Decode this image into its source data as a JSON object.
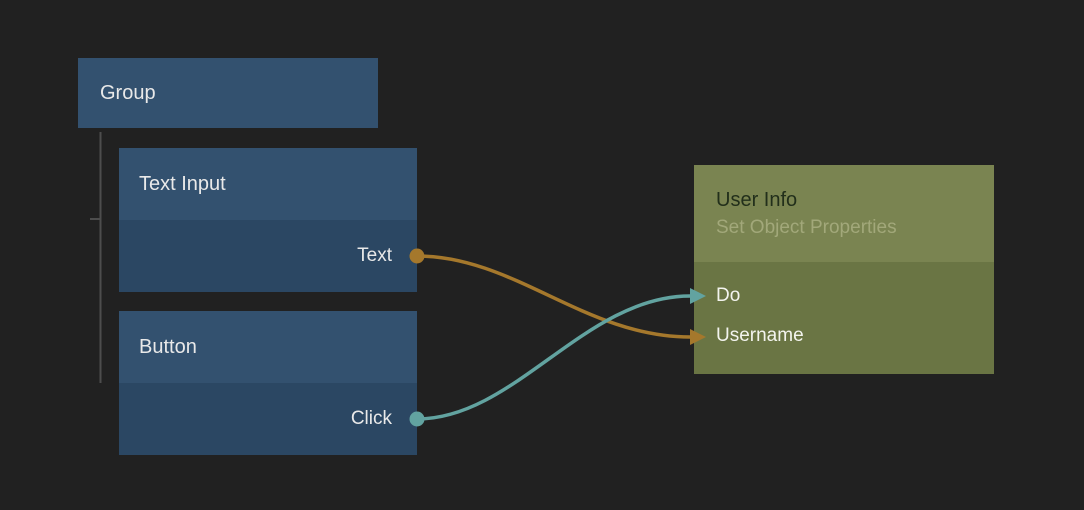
{
  "canvas": {
    "background_color": "#212121"
  },
  "tree": {
    "line_color": "#4d4d4d"
  },
  "nodes": {
    "group": {
      "title": "Group",
      "color": "#33516f"
    },
    "text_input": {
      "title": "Text Input",
      "header_color": "#33516f",
      "body_color": "#2b4763",
      "outputs": [
        {
          "label": "Text",
          "color": "#a5782c"
        }
      ]
    },
    "button": {
      "title": "Button",
      "header_color": "#33516f",
      "body_color": "#2b4763",
      "outputs": [
        {
          "label": "Click",
          "color": "#62a3a0"
        }
      ]
    },
    "user_info": {
      "title": "User Info",
      "subtitle": "Set Object Properties",
      "header_color": "#7a8451",
      "body_color": "#6a7544",
      "title_color": "#222f1b",
      "subtitle_color": "#a2a87a",
      "inputs": [
        {
          "label": "Do",
          "color": "#62a3a0"
        },
        {
          "label": "Username",
          "color": "#a5782c"
        }
      ]
    }
  },
  "connections": [
    {
      "from_node": "Text Input",
      "from_port": "Text",
      "to_node": "User Info",
      "to_port": "Username",
      "color": "#a5782c"
    },
    {
      "from_node": "Button",
      "from_port": "Click",
      "to_node": "User Info",
      "to_port": "Do",
      "color": "#62a3a0"
    }
  ]
}
